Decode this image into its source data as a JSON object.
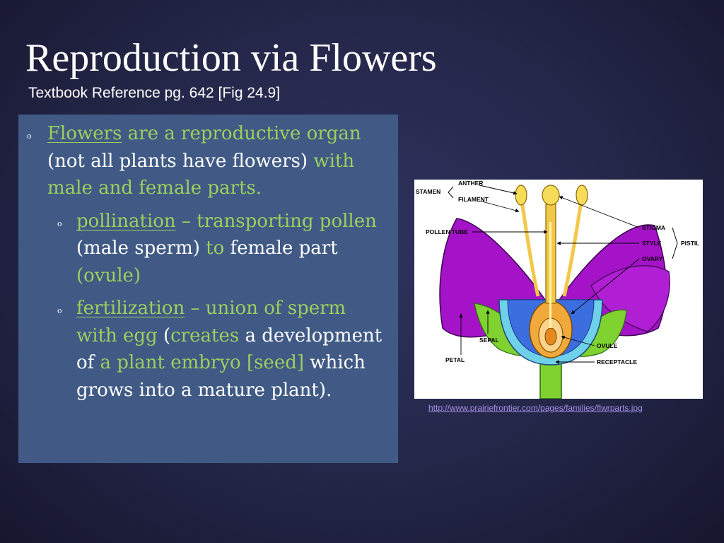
{
  "slide": {
    "title": "Reproduction via Flowers",
    "subtitle": "Textbook Reference pg. 642 [Fig 24.9]"
  },
  "bullets": {
    "main": {
      "term": "Flowers",
      "seg1": " are a reproductive organ",
      "seg2": " (not all plants have flowers)",
      "seg3": " with male and female parts."
    },
    "pollination": {
      "term": "pollination",
      "seg1": " – transporting pollen",
      "seg2": " (male sperm)",
      "seg3": " to",
      "seg4": " female part",
      "seg5": " (ovule)"
    },
    "fertilization": {
      "term": "fertilization",
      "seg1": " – union of sperm with egg",
      "seg2": " (",
      "seg3": "creates",
      "seg4": " a development of",
      "seg5": " a plant embryo [seed]",
      "seg6": " which grows into a mature plant)."
    }
  },
  "diagram": {
    "labels": {
      "anther": "ANTHER",
      "stamen": "STAMEN",
      "filament": "FILAMENT",
      "pollen_tube": "POLLEN TUBE",
      "stigma": "STIGMA",
      "style": "STYLE",
      "pistil": "PISTIL",
      "ovary": "OVARY",
      "sepal": "SEPAL",
      "petal": "PETAL",
      "ovule": "OVULE",
      "receptacle": "RECEPTACLE"
    }
  },
  "credit_url": "http://www.prairiefrontier.com/pages/families/flwrparts.jpg",
  "colors": {
    "background": "#25284a",
    "content_box": "#405a85",
    "accent_green": "#9ad05e",
    "link": "#a48ee6"
  }
}
